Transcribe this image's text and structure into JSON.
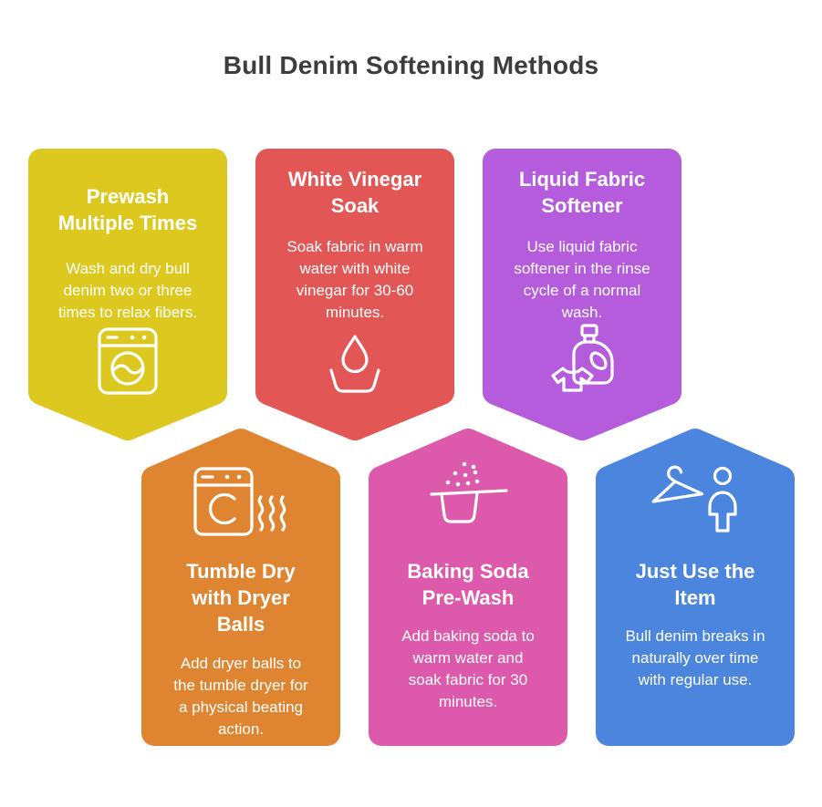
{
  "page": {
    "title": "Bull Denim Softening Methods",
    "title_color": "#3d3d3d",
    "background": "#ffffff",
    "text_color_on_cards": "#ffffff"
  },
  "cards": [
    {
      "name": "prewash-multiple-times",
      "row": "top",
      "shape": "pennant-point-down",
      "color": "#dcc81e",
      "icon": "washing-machine",
      "title": "Prewash Multiple Times",
      "title_lines": [
        "Prewash",
        "Multiple Times"
      ],
      "body": "Wash and dry bull denim two or three times to relax fibers.",
      "body_lines": [
        "Wash and dry bull",
        "denim two or three",
        "times to relax fibers."
      ]
    },
    {
      "name": "white-vinegar-soak",
      "row": "top",
      "shape": "pennant-point-down",
      "color": "#e25755",
      "icon": "water-drop-over-basin",
      "title": "White Vinegar Soak",
      "title_lines": [
        "White Vinegar",
        "Soak"
      ],
      "body": "Soak fabric in warm water with white vinegar for 30-60 minutes.",
      "body_lines": [
        "Soak fabric in warm",
        "water with white",
        "vinegar for 30-60",
        "minutes."
      ]
    },
    {
      "name": "liquid-fabric-softener",
      "row": "top",
      "shape": "pennant-point-down",
      "color": "#b55cdd",
      "icon": "detergent-bottle-with-shirt",
      "title": "Liquid Fabric Softener",
      "title_lines": [
        "Liquid Fabric",
        "Softener"
      ],
      "body": "Use liquid fabric softener in the rinse cycle of a normal wash.",
      "body_lines": [
        "Use liquid fabric",
        "softener in the rinse",
        "cycle of a normal",
        "wash."
      ]
    },
    {
      "name": "tumble-dry-with-dryer-balls",
      "row": "bottom",
      "shape": "pennant-point-up",
      "color": "#df8531",
      "icon": "tumble-dryer-heat",
      "title": "Tumble Dry with Dryer Balls",
      "title_lines": [
        "Tumble Dry",
        "with Dryer",
        "Balls"
      ],
      "body": "Add dryer balls to the tumble dryer for a physical beating action.",
      "body_lines": [
        "Add dryer balls to",
        "the tumble dryer for",
        "a physical beating",
        "action."
      ]
    },
    {
      "name": "baking-soda-pre-wash",
      "row": "bottom",
      "shape": "pennant-point-up",
      "color": "#dd59ab",
      "icon": "baking-soda-sprinkle-cup",
      "title": "Baking Soda Pre-Wash",
      "title_lines": [
        "Baking Soda",
        "Pre-Wash"
      ],
      "body": "Add baking soda to warm water and soak fabric for 30 minutes.",
      "body_lines": [
        "Add baking soda to",
        "warm water and",
        "soak fabric for 30",
        "minutes."
      ]
    },
    {
      "name": "just-use-the-item",
      "row": "bottom",
      "shape": "pennant-point-up",
      "color": "#4c85de",
      "icon": "hanger-and-person",
      "title": "Just Use the Item",
      "title_lines": [
        "Just Use the",
        "Item"
      ],
      "body": "Bull denim breaks in naturally over time with regular use.",
      "body_lines": [
        "Bull denim breaks in",
        "naturally over time",
        "with regular use."
      ]
    }
  ]
}
